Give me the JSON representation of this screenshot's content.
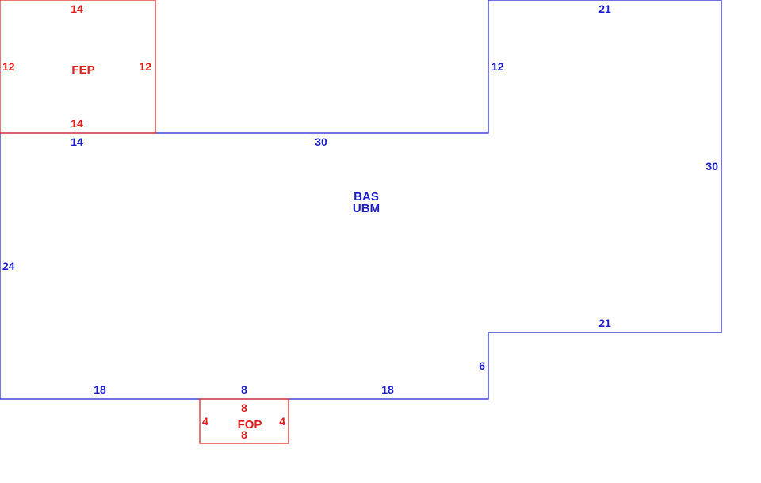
{
  "colors": {
    "main": "#1c1cc8",
    "addition": "#dd1c1c",
    "background": "#ffffff"
  },
  "main_area": {
    "codes": [
      "BAS",
      "UBM"
    ],
    "dimensions": {
      "top_left": "14",
      "top_middle": "30",
      "step_up": "12",
      "top_right": "21",
      "right": "30",
      "inner_step": "21",
      "step_down": "6",
      "bottom_right": "18",
      "bottom_middle": "8",
      "bottom_left": "18",
      "left": "24"
    }
  },
  "fep": {
    "code": "FEP",
    "dimensions": {
      "top": "14",
      "left": "12",
      "right": "12",
      "bottom": "14"
    }
  },
  "fop": {
    "code": "FOP",
    "dimensions": {
      "top": "8",
      "left": "4",
      "right": "4",
      "bottom": "8"
    }
  }
}
